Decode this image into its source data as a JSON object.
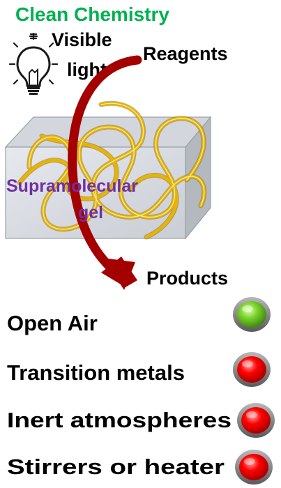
{
  "header": {
    "title": "Clean Chemistry",
    "title_color": "#00b050"
  },
  "diagram": {
    "light_icon": "lightbulb-icon",
    "light_label_line1": "Visible",
    "light_label_line2": "light",
    "input_label": "Reagents",
    "output_label": "Products",
    "gel_label_line1": "Supramolecular",
    "gel_label_line2": "gel",
    "gel_label_color": "#7030a0",
    "arrow_color": "#a50000",
    "fiber_color": "#e5b000",
    "box_icon": "gel-block-icon"
  },
  "conditions": [
    {
      "label": "Open Air",
      "status": "green",
      "icon": "green-light-icon"
    },
    {
      "label": "Transition metals",
      "status": "red",
      "icon": "red-light-icon"
    },
    {
      "label": "Inert atmospheres",
      "status": "red",
      "icon": "red-light-icon"
    },
    {
      "label": "Stirrers or heater",
      "status": "red",
      "icon": "red-light-icon"
    }
  ],
  "colors": {
    "green_light": "#7bd32a",
    "red_light": "#ff0000"
  }
}
